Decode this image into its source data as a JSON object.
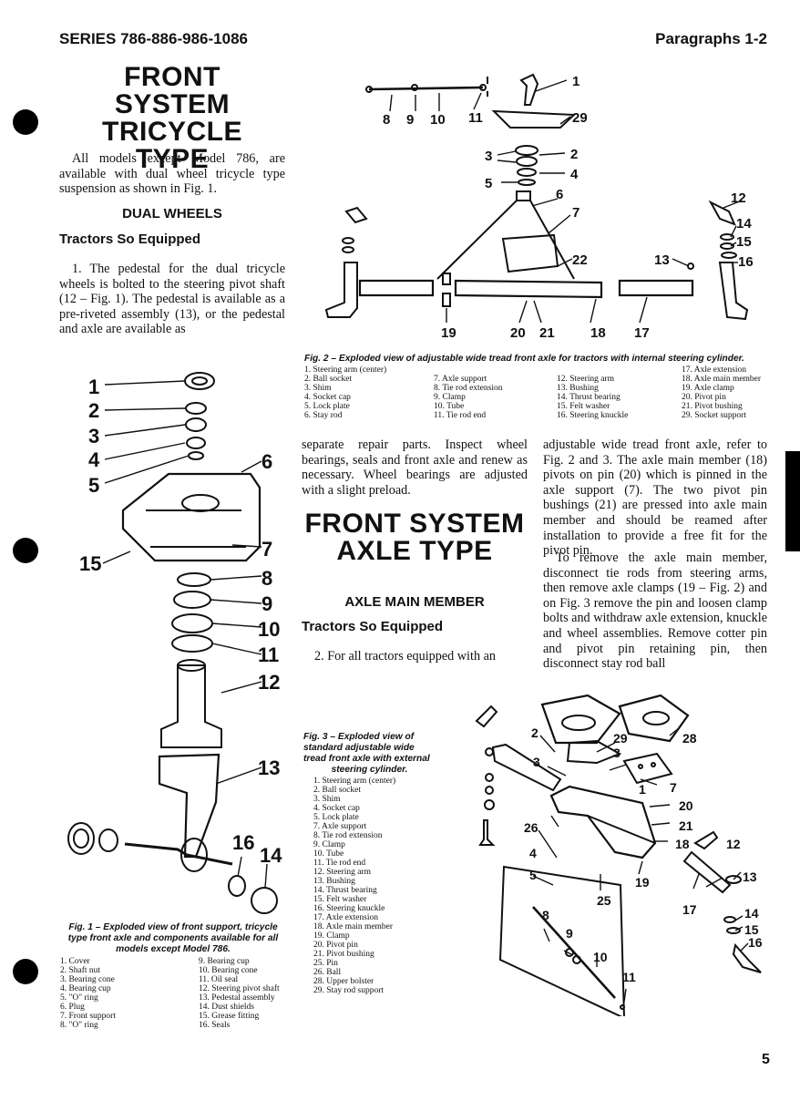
{
  "header": {
    "left": "SERIES 786-886-986-1086",
    "right": "Paragraphs 1-2"
  },
  "section1": {
    "title_line1": "FRONT SYSTEM",
    "title_line2": "TRICYCLE TYPE",
    "intro": "All models except Model 786, are available with dual wheel tricycle type suspension as shown in Fig. 1.",
    "subhead": "DUAL WHEELS",
    "subsubhead": "Tractors So Equipped",
    "para1": "1. The pedestal for the dual tricycle wheels is bolted to the steering pivot shaft (12 – Fig. 1). The pedestal is available as a pre-riveted assembly (13), or the pedestal and axle are available as"
  },
  "fig1": {
    "caption_line1": "Fig. 1 – Exploded view of front support, tricycle",
    "caption_line2": "type front axle and components available for all",
    "caption_line3": "models except Model 786.",
    "legend_col1": [
      "1. Cover",
      "2. Shaft nut",
      "3. Bearing cone",
      "4. Bearing cup",
      "5. \"O\" ring",
      "6. Plug",
      "7. Front support",
      "8. \"O\" ring"
    ],
    "legend_col2": [
      "9. Bearing cup",
      "10. Bearing cone",
      "11. Oil seal",
      "12. Steering pivot shaft",
      "13. Pedestal assembly",
      "14. Dust shields",
      "15. Grease fitting",
      "16. Seals"
    ]
  },
  "fig2": {
    "caption": "Fig. 2 – Exploded view of adjustable wide tread front axle for tractors with internal steering cylinder.",
    "legend_col1": [
      "1. Steering arm (center)",
      "2. Ball socket",
      "3. Shim",
      "4. Socket cap",
      "5. Lock plate",
      "6. Stay rod"
    ],
    "legend_col2": [
      "7. Axle support",
      "8. Tie rod extension",
      "9. Clamp",
      "10. Tube",
      "11. Tie rod end"
    ],
    "legend_col3": [
      "12. Steering arm",
      "13. Bushing",
      "14. Thrust bearing",
      "15. Felt washer",
      "16. Steering knuckle"
    ],
    "legend_col4": [
      "17. Axle extension",
      "18. Axle main member",
      "19. Axle clamp",
      "20. Pivot pin",
      "21. Pivot bushing",
      "29. Socket support"
    ]
  },
  "col2": {
    "para_cont": "separate repair parts. Inspect wheel bearings, seals and front axle and renew as necessary. Wheel bearings are adjusted with a slight preload.",
    "title_line1": "FRONT SYSTEM",
    "title_line2": "AXLE TYPE",
    "subhead": "AXLE MAIN MEMBER",
    "subsubhead": "Tractors So Equipped",
    "para2": "2. For all tractors equipped with an"
  },
  "col3": {
    "para": "adjustable wide tread front axle, refer to Fig. 2 and 3. The axle main member (18) pivots on pin (20) which is pinned in the axle support (7). The two pivot pin bushings (21) are pressed into axle main member and should be reamed after installation to provide a free fit for the pivot pin.",
    "para_b": "To remove the axle main member, disconnect tie rods from steering arms, then remove axle clamps (19 – Fig. 2) and on Fig. 3 remove the pin and loosen clamp bolts and withdraw axle extension, knuckle and wheel assemblies. Remove cotter pin and pivot pin retaining pin, then disconnect stay rod ball"
  },
  "fig3": {
    "caption_line1": "Fig. 3 – Exploded view of",
    "caption_line2": "standard adjustable wide",
    "caption_line3": "tread front axle with external",
    "caption_line4": "steering cylinder.",
    "legend": [
      "1. Steering arm (center)",
      "2. Ball socket",
      "3. Shim",
      "4. Socket cap",
      "5. Lock plate",
      "7. Axle support",
      "8. Tie rod extension",
      "9. Clamp",
      "10. Tube",
      "11. Tie rod end",
      "12. Steering arm",
      "13. Bushing",
      "14. Thrust bearing",
      "15. Felt washer",
      "16. Steering knuckle",
      "17. Axle extension",
      "18. Axle main member",
      "19. Clamp",
      "20. Pivot pin",
      "21. Pivot bushing",
      "25. Pin",
      "26. Ball",
      "28. Upper bolster",
      "29. Stay rod support"
    ]
  },
  "page_number": "5",
  "fig1_labels": [
    "1",
    "2",
    "3",
    "4",
    "5",
    "6",
    "7",
    "8",
    "9",
    "10",
    "11",
    "12",
    "13",
    "14",
    "15",
    "16"
  ],
  "fig2_labels": [
    "1",
    "2",
    "3",
    "4",
    "5",
    "6",
    "7",
    "8",
    "9",
    "10",
    "11",
    "12",
    "13",
    "14",
    "15",
    "16",
    "17",
    "18",
    "19",
    "20",
    "21",
    "22",
    "29"
  ],
  "fig3_labels": [
    "1",
    "2",
    "3",
    "4",
    "5",
    "7",
    "8",
    "9",
    "10",
    "11",
    "12",
    "13",
    "14",
    "15",
    "16",
    "17",
    "18",
    "19",
    "20",
    "21",
    "25",
    "26",
    "28",
    "29"
  ]
}
